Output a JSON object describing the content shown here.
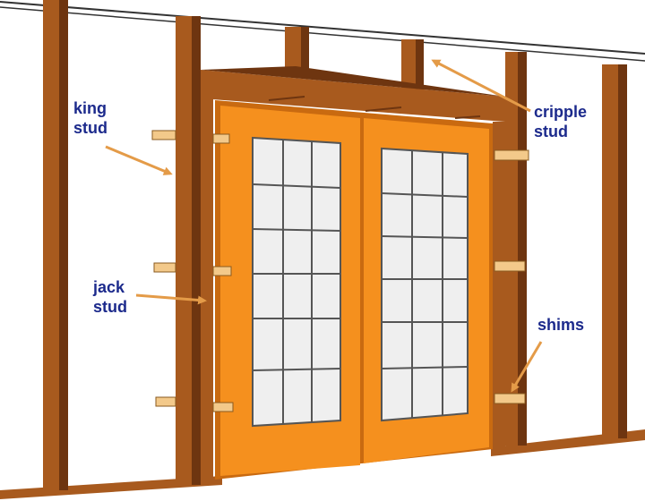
{
  "labels": {
    "king_stud": "king\nstud",
    "cripple_stud": "cripple\nstud",
    "jack_stud": "jack\nstud",
    "shims": "shims"
  },
  "colors": {
    "label_text": "#1c2a8c",
    "arrow": "#e49b48",
    "framing": "#a85a1e",
    "framing_dark": "#6e3510",
    "door": "#f5901e",
    "door_edge": "#c96a10",
    "glass": "#efefef",
    "shim": "#f3c98a"
  }
}
